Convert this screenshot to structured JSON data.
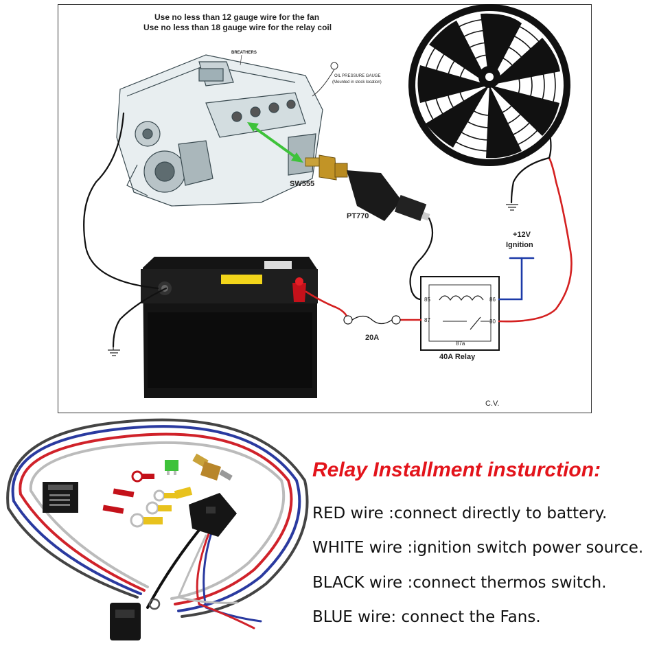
{
  "diagram": {
    "notes": [
      "Use no less than 12 gauge wire for the fan",
      "Use no less than 18 gauge wire for the relay coil"
    ],
    "breathers_label": "BREATHERS",
    "oil_gauge_label": "OIL PRESSURE GAUGE",
    "oil_gauge_sub": "(Mounted in stock location)",
    "sensor_label": "SW555",
    "connector_label": "PT770",
    "ignition_label_line1": "+12V",
    "ignition_label_line2": "Ignition",
    "fuse_label": "20A",
    "relay_label": "40A Relay",
    "relay_pins": {
      "p85": "85",
      "p86": "86",
      "p87": "87",
      "p30": "30",
      "p87a": "87a"
    },
    "signature": "C.V.",
    "colors": {
      "red_wire": "#d42020",
      "blue_wire": "#1c3aa8",
      "green_arrow": "#3ec23a",
      "black_wire": "#111111"
    }
  },
  "instructions": {
    "title": "Relay Installment insturction:",
    "title_color": "#e3141b",
    "lines": [
      "RED wire :connect directly to battery.",
      "WHITE wire :ignition switch power source.",
      "BLACK wire :connect thermos switch.",
      "BLUE wire: connect the Fans."
    ]
  }
}
